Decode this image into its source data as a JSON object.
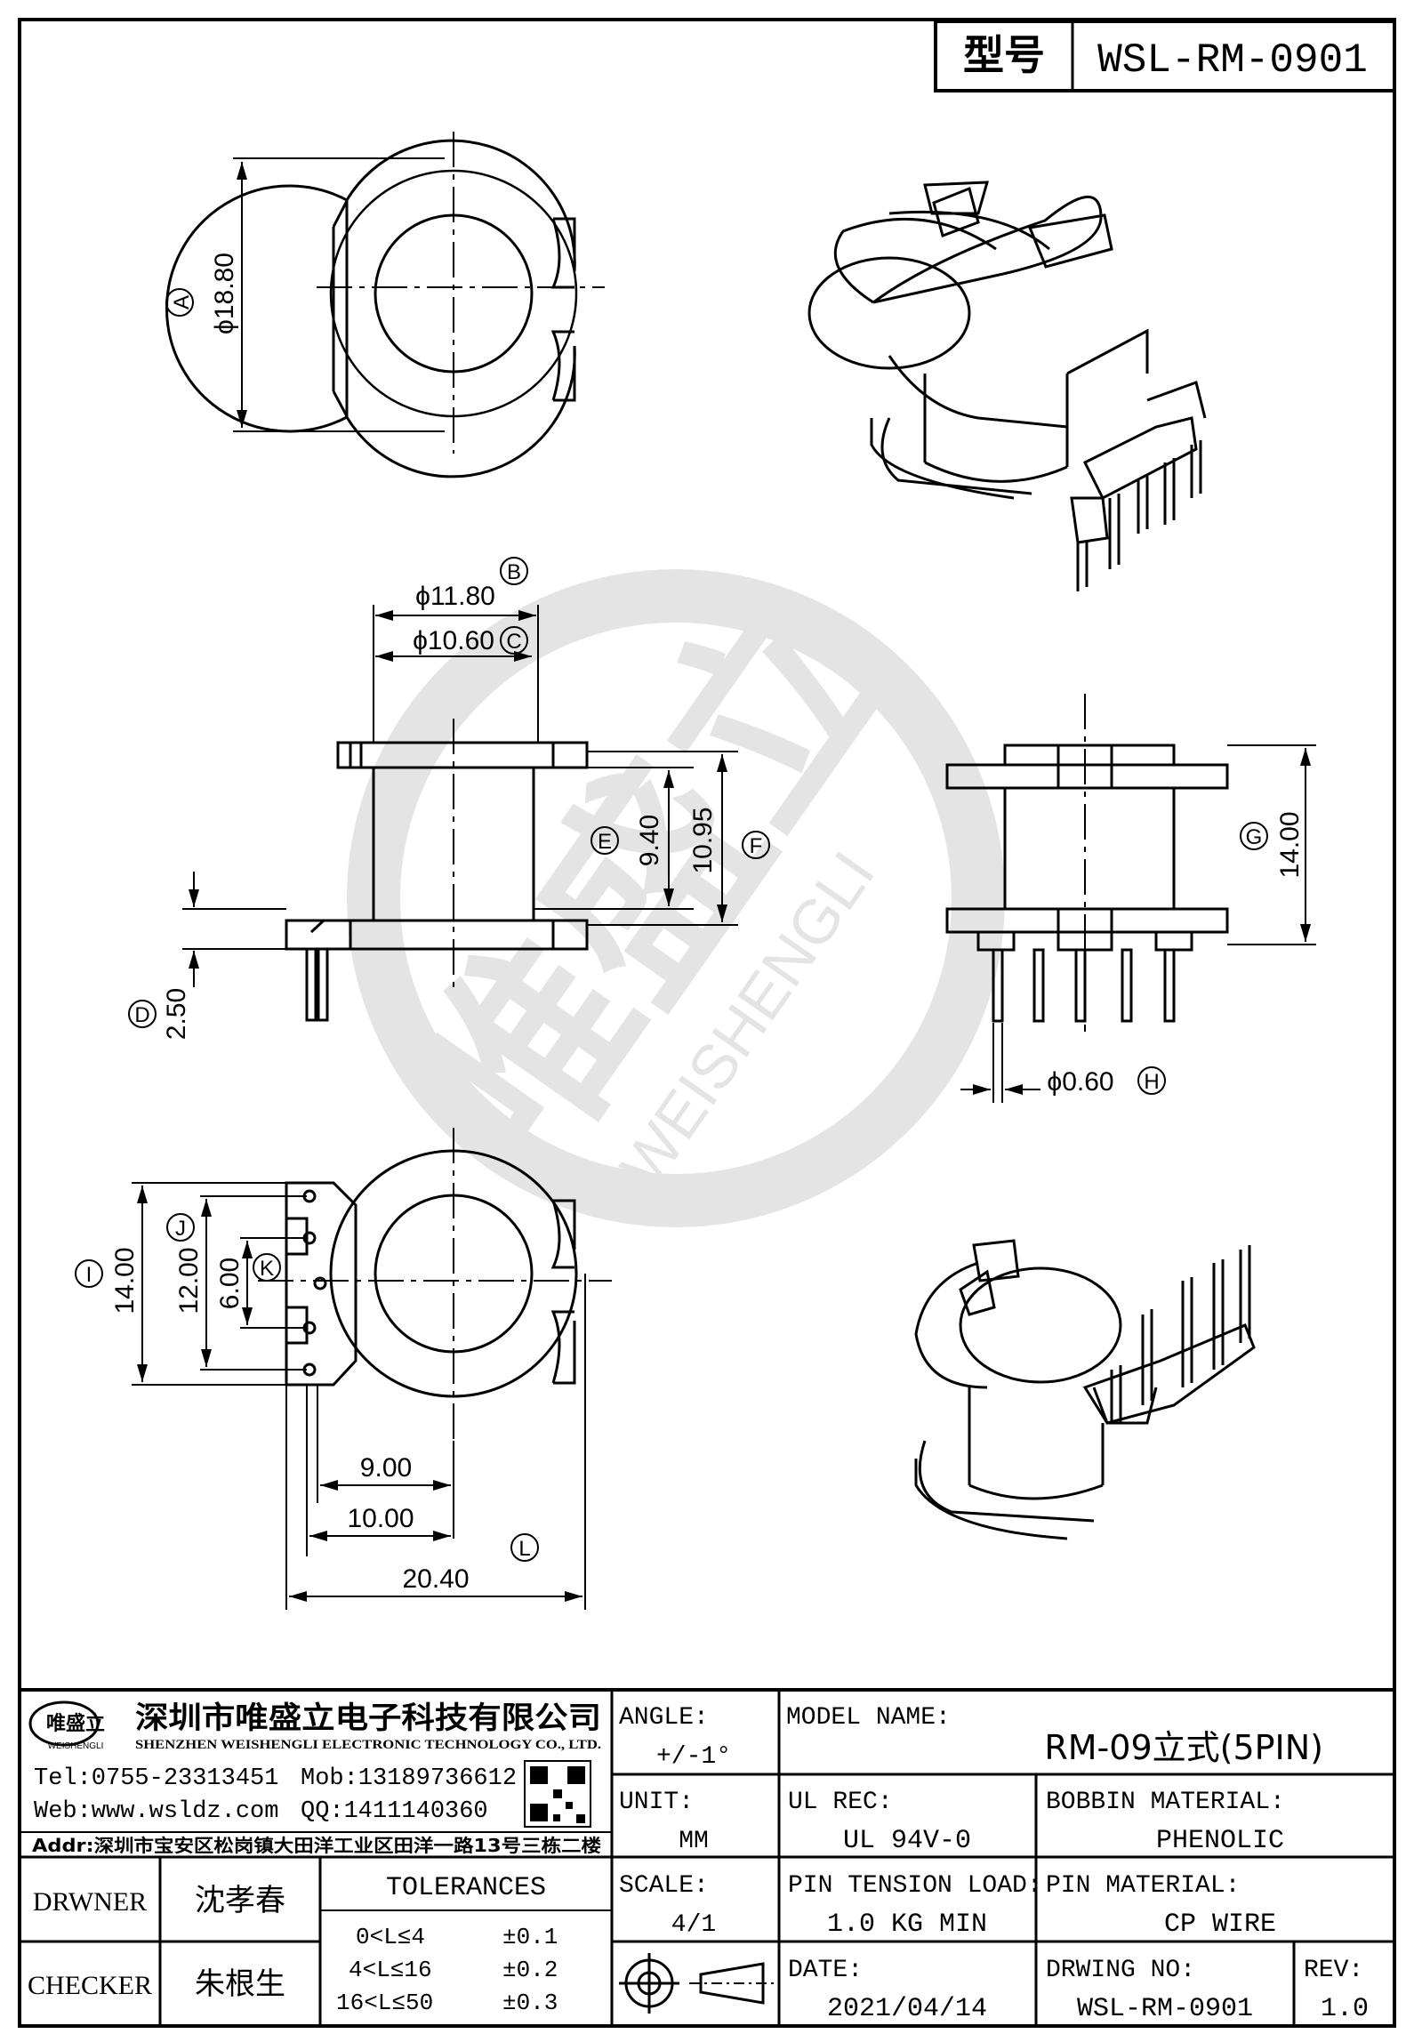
{
  "header": {
    "model_label": "型号",
    "model_value": "WSL-RM-0901"
  },
  "watermark": {
    "text": "唯盛立",
    "subtext": "WEISHENGLI"
  },
  "dimensions": {
    "A": {
      "label": "A",
      "value": "ϕ18.80"
    },
    "B": {
      "label": "B",
      "value": "ϕ11.80"
    },
    "C": {
      "label": "C",
      "value": "ϕ10.60"
    },
    "D": {
      "label": "D",
      "value": "2.50"
    },
    "E": {
      "label": "E",
      "value": "9.40"
    },
    "F": {
      "label": "F",
      "value": "10.95"
    },
    "G": {
      "label": "G",
      "value": "14.00"
    },
    "H": {
      "label": "H",
      "value": "ϕ0.60"
    },
    "I": {
      "label": "I",
      "value": "14.00"
    },
    "J": {
      "label": "J",
      "value": "12.00"
    },
    "K": {
      "label": "K",
      "value": "6.00"
    },
    "L": {
      "label": "L",
      "value": "20.40"
    },
    "pin9": {
      "value": "9.00"
    },
    "pin10": {
      "value": "10.00"
    }
  },
  "company": {
    "logo_text": "唯盛立",
    "logo_sub": "WEISHENGLI",
    "name_cn": "深圳市唯盛立电子科技有限公司",
    "name_en": "SHENZHEN WEISHENGLI ELECTRONIC TECHNOLOGY CO., LTD.",
    "tel": "Tel:0755-23313451",
    "mob": "Mob:13189736612",
    "web": "Web:www.wsldz.com",
    "qq": "QQ:1411140360",
    "addr": "Addr:深圳市宝安区松岗镇大田洋工业区田洋一路13号三栋二楼"
  },
  "title_block": {
    "angle_label": "ANGLE:",
    "angle_value": "+/-1°",
    "model_name_label": "MODEL NAME:",
    "model_name_value": "RM-09立式(5PIN)",
    "unit_label": "UNIT:",
    "unit_value": "MM",
    "ul_rec_label": "UL REC:",
    "ul_rec_value": "UL 94V-0",
    "bobbin_material_label": "BOBBIN MATERIAL:",
    "bobbin_material_value": "PHENOLIC",
    "scale_label": "SCALE:",
    "scale_value": "4/1",
    "pin_tension_label": "PIN TENSION LOAD:",
    "pin_tension_value": "1.0 KG MIN",
    "pin_material_label": "PIN MATERIAL:",
    "pin_material_value": "CP WIRE",
    "date_label": "DATE:",
    "date_value": "2021/04/14",
    "drawing_no_label": "DRWING NO:",
    "drawing_no_value": "WSL-RM-0901",
    "rev_label": "REV:",
    "rev_value": "1.0",
    "drawer_label": "DRWNER",
    "drawer_value": "沈孝春",
    "checker_label": "CHECKER",
    "checker_value": "朱根生",
    "tolerances_title": "TOLERANCES",
    "tol_rows": [
      {
        "range": "0<L≤4",
        "tol": "±0.1"
      },
      {
        "range": "4<L≤16",
        "tol": "±0.2"
      },
      {
        "range": "16<L≤50",
        "tol": "±0.3"
      }
    ]
  }
}
